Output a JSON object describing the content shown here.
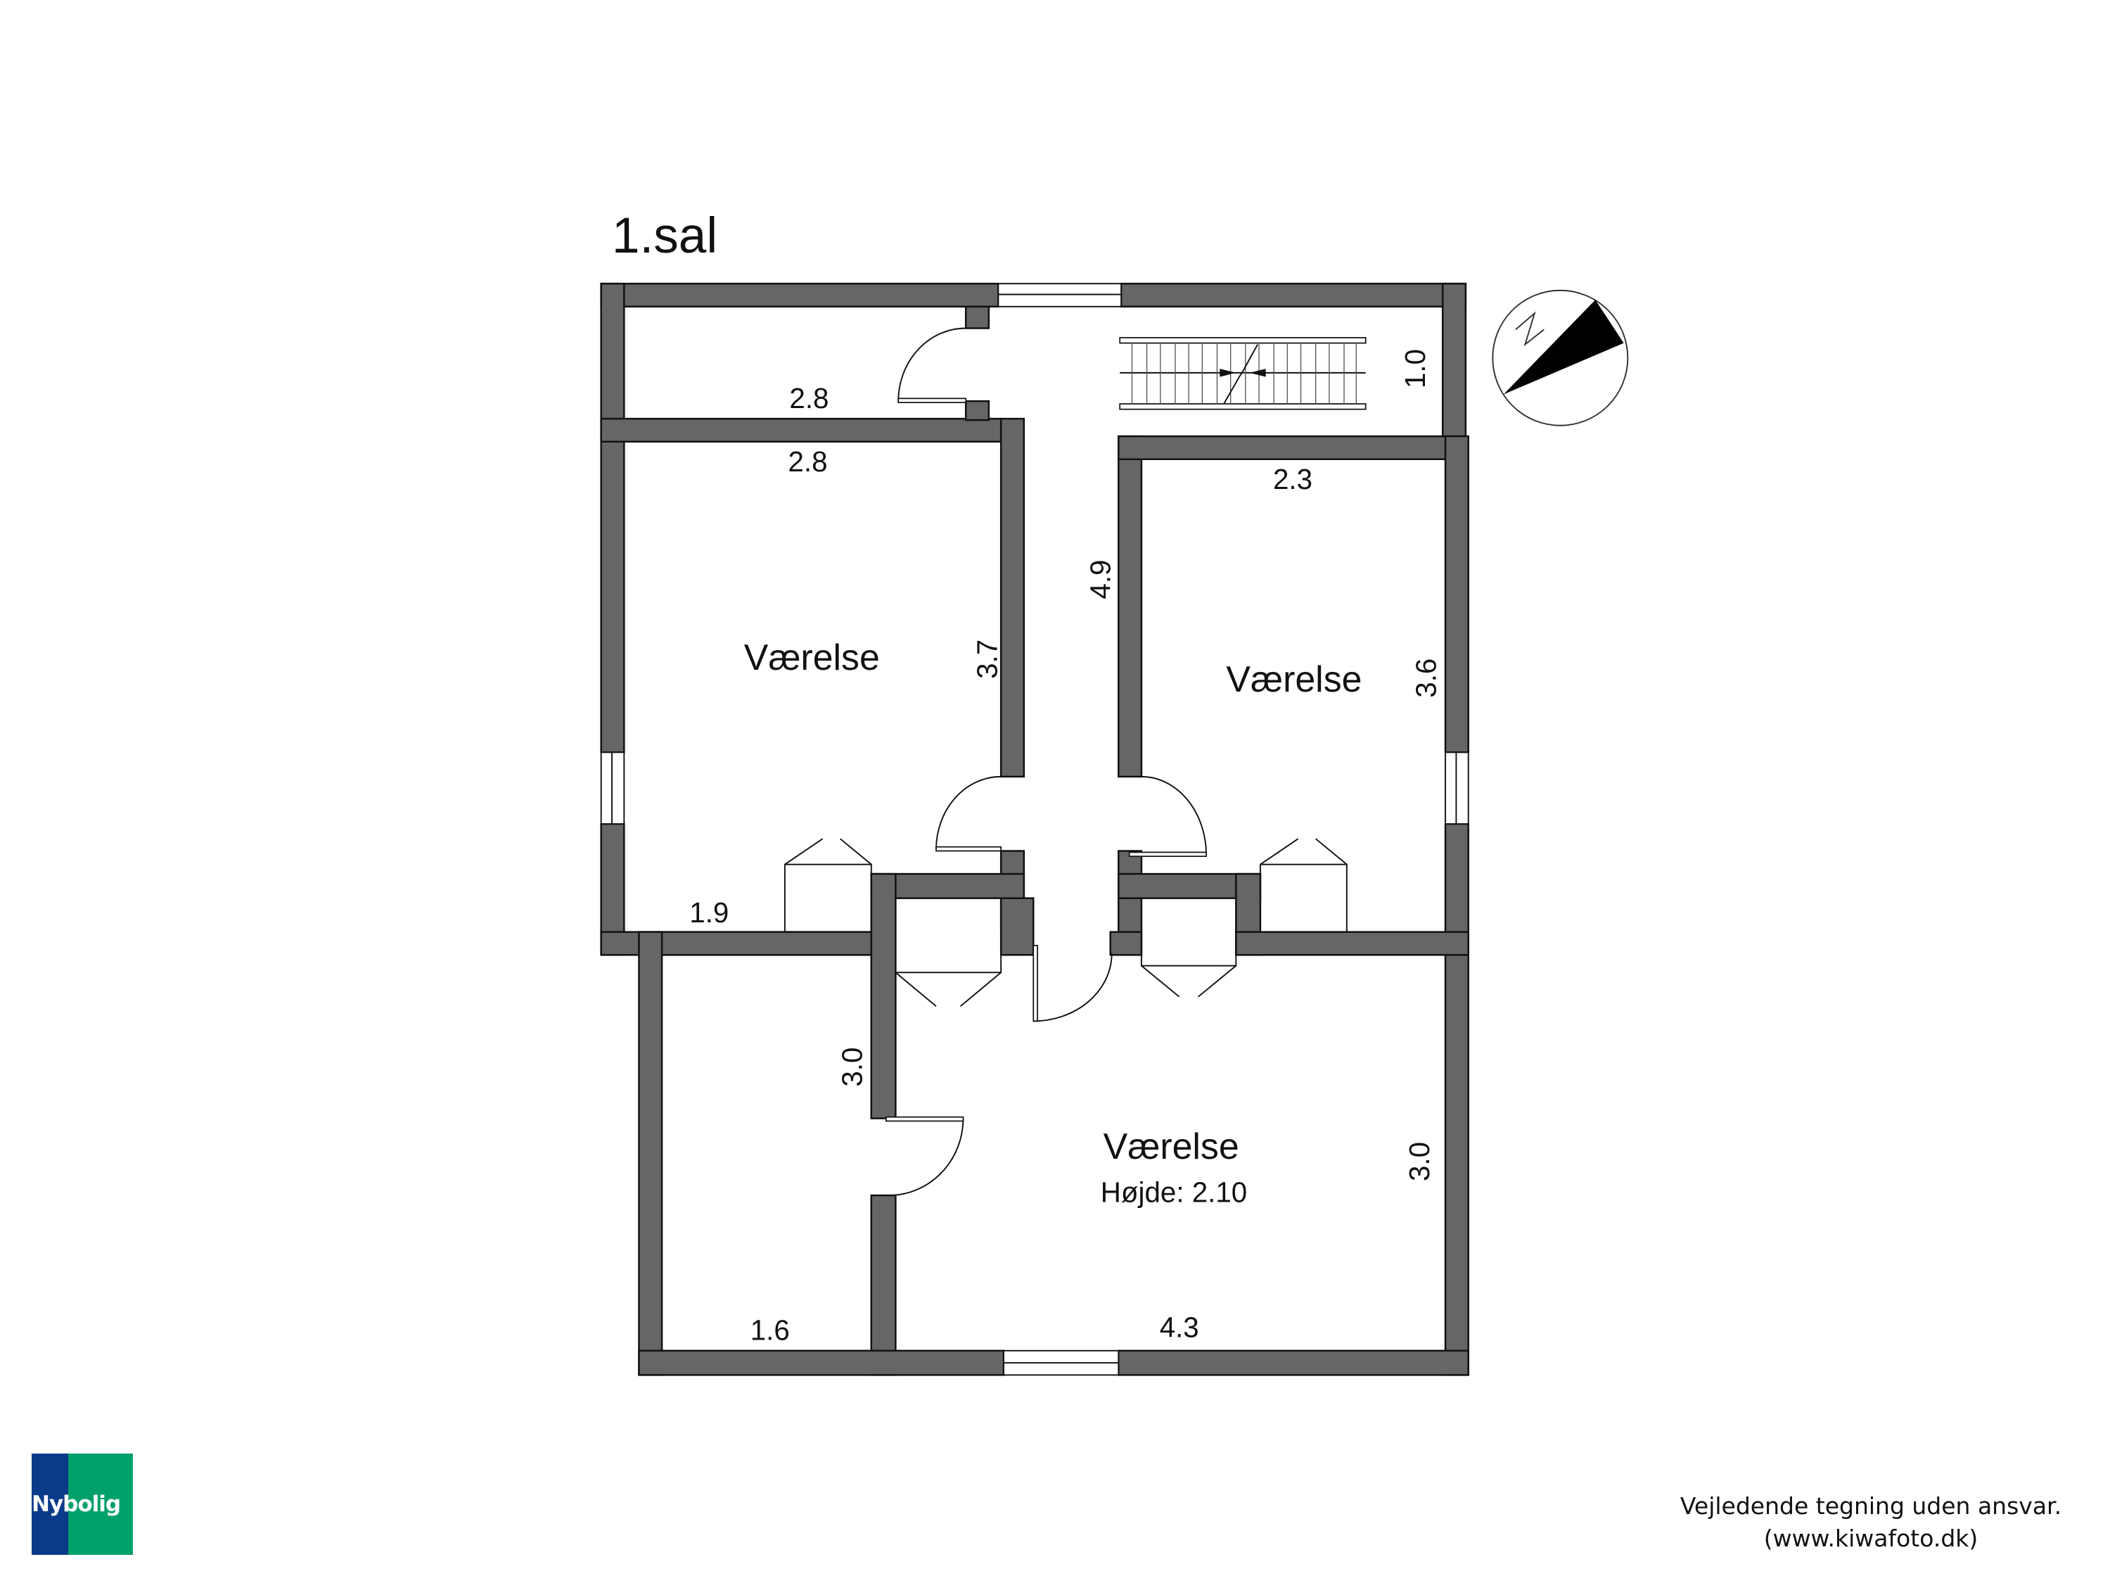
{
  "floor_title": "1.sal",
  "rooms": [
    {
      "name": "Værelse",
      "subtitle": null
    },
    {
      "name": "Værelse",
      "subtitle": null
    },
    {
      "name": "Værelse",
      "subtitle": "Højde: 2.10"
    }
  ],
  "dimensions": {
    "small_room_width": "2.8",
    "room1_width": "2.8",
    "room1_depth": "3.7",
    "room1_bottom": "1.9",
    "hall_length": "4.9",
    "stair_depth": "1.0",
    "room2_width": "2.3",
    "room2_depth": "3.6",
    "lower_left_depth": "3.0",
    "lower_left_width": "1.6",
    "room3_width": "4.3",
    "room3_depth": "3.0"
  },
  "compass": {
    "label": "N"
  },
  "logo": {
    "text": "Nybolig",
    "colors": {
      "blue": "#0a3a8a",
      "green": "#00a06a"
    }
  },
  "disclaimer": {
    "line1": "Vejledende tegning uden ansvar.",
    "line2": "(www.kiwafoto.dk)"
  },
  "colors": {
    "wall": "#666666",
    "outline": "#111111",
    "background": "#ffffff"
  }
}
